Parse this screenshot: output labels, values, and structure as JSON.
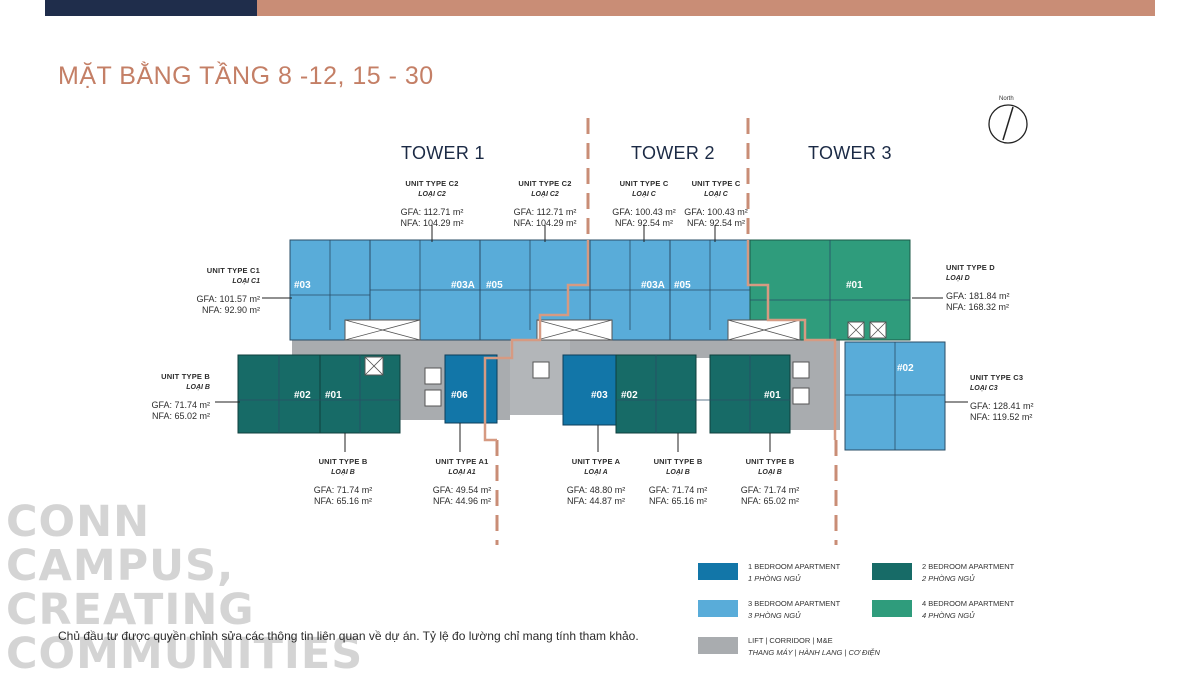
{
  "title": "MẶT BẰNG TẦNG 8 -12, 15 - 30",
  "north_label": "North",
  "towers": [
    "TOWER 1",
    "TOWER 2",
    "TOWER 3"
  ],
  "colors": {
    "one_bedroom": "#1276a8",
    "three_bedroom": "#59acd9",
    "two_bedroom": "#176b67",
    "four_bedroom": "#2f9c7c",
    "lift_corridor": "#a9acaf",
    "accent": "#c47f66",
    "navy": "#1f2d4b"
  },
  "unit_cards": [
    {
      "type": "UNIT TYPE C2",
      "vi": "LOẠI C2",
      "gfa": "GFA: 112.71 m²",
      "nfa": "NFA: 104.29 m²"
    },
    {
      "type": "UNIT TYPE C2",
      "vi": "LOẠI C2",
      "gfa": "GFA: 112.71 m²",
      "nfa": "NFA: 104.29 m²"
    },
    {
      "type": "UNIT TYPE C",
      "vi": "LOẠI C",
      "gfa": "GFA: 100.43 m²",
      "nfa": "NFA: 92.54 m²"
    },
    {
      "type": "UNIT TYPE C",
      "vi": "LOẠI C",
      "gfa": "GFA: 100.43 m²",
      "nfa": "NFA: 92.54 m²"
    },
    {
      "type": "UNIT TYPE C1",
      "vi": "LOẠI C1",
      "gfa": "GFA: 101.57 m²",
      "nfa": "NFA: 92.90 m²"
    },
    {
      "type": "UNIT TYPE B",
      "vi": "LOẠI B",
      "gfa": "GFA: 71.74 m²",
      "nfa": "NFA: 65.02 m²"
    },
    {
      "type": "UNIT TYPE D",
      "vi": "LOẠI D",
      "gfa": "GFA: 181.84 m²",
      "nfa": "NFA: 168.32 m²"
    },
    {
      "type": "UNIT TYPE C3",
      "vi": "LOẠI C3",
      "gfa": "GFA: 128.41 m²",
      "nfa": "NFA: 119.52 m²"
    },
    {
      "type": "UNIT TYPE B",
      "vi": "LOẠI B",
      "gfa": "GFA: 71.74 m²",
      "nfa": "NFA: 65.16 m²"
    },
    {
      "type": "UNIT TYPE A1",
      "vi": "LOẠI A1",
      "gfa": "GFA: 49.54 m²",
      "nfa": "NFA: 44.96 m²"
    },
    {
      "type": "UNIT TYPE A",
      "vi": "LOẠI A",
      "gfa": "GFA: 48.80 m²",
      "nfa": "NFA: 44.87 m²"
    },
    {
      "type": "UNIT TYPE B",
      "vi": "LOẠI B",
      "gfa": "GFA: 71.74 m²",
      "nfa": "NFA: 65.16 m²"
    },
    {
      "type": "UNIT TYPE B",
      "vi": "LOẠI B",
      "gfa": "GFA: 71.74 m²",
      "nfa": "NFA: 65.02 m²"
    }
  ],
  "room_tags": [
    "#03",
    "#03A",
    "#05",
    "#03A",
    "#05",
    "#01",
    "#02",
    "#01",
    "#06",
    "#03",
    "#02",
    "#01",
    "#02"
  ],
  "background_words": [
    "CONN",
    "CAMPUS,",
    "CREATING",
    "COMMUNITIES"
  ],
  "disclaimer": "Chủ đầu tư được quyền chỉnh sửa các thông tin liên quan về dự án. Tỷ lệ đo lường chỉ mang tính tham khảo.",
  "legend": [
    {
      "en": "1 BEDROOM APARTMENT",
      "vi": "1 PHÒNG NGỦ",
      "color": "#1276a8"
    },
    {
      "en": "2 BEDROOM APARTMENT",
      "vi": "2 PHÒNG NGỦ",
      "color": "#176b67"
    },
    {
      "en": "3 BEDROOM APARTMENT",
      "vi": "3 PHÒNG NGỦ",
      "color": "#59acd9"
    },
    {
      "en": "4 BEDROOM APARTMENT",
      "vi": "4 PHÒNG NGỦ",
      "color": "#2f9c7c"
    },
    {
      "en": "LIFT | CORRIDOR | M&E",
      "vi": "THANG MÁY | HÀNH LANG | CƠ ĐIỆN",
      "color": "#a9acaf"
    }
  ]
}
